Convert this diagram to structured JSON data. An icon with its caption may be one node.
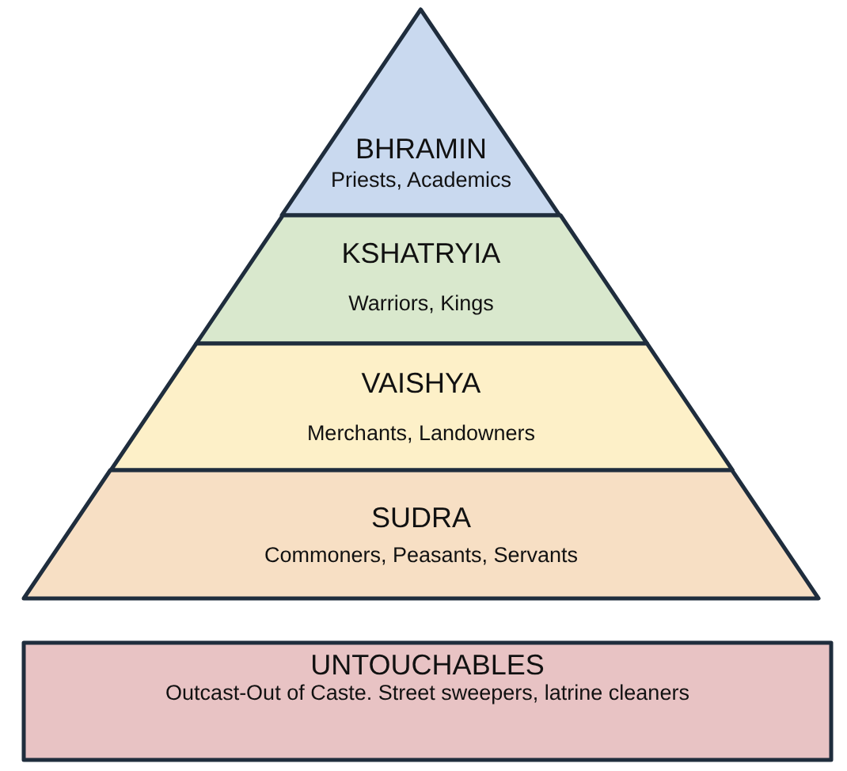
{
  "diagram": {
    "nodes": [
      {
        "text": [
          "BHRAMIN",
          "Priests, Academics"
        ]
      },
      {
        "text": [
          "KSHATRYIA",
          "Warriors, Kings"
        ]
      },
      {
        "text": [
          "VAISHYA",
          "Merchants, Landowners"
        ]
      },
      {
        "text": [
          "SUDRA",
          "Commoners, Peasants, Servants"
        ]
      },
      {
        "text": [
          "UNTOUCHABLES",
          "Outcast-Out of Caste. Street sweepers, latrine cleaners"
        ]
      }
    ]
  }
}
